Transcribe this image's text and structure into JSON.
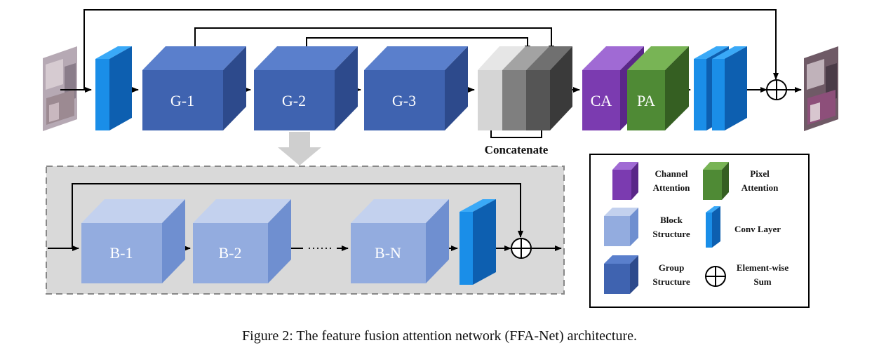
{
  "colors": {
    "conv_front": "#1a8ee8",
    "conv_side": "#0d5fb0",
    "conv_top": "#3aa9f7",
    "group_front": "#3f63b0",
    "group_side": "#2d4a8c",
    "group_top": "#5a7fcc",
    "block_front": "#93acdf",
    "block_side": "#6f8fd0",
    "block_top": "#c3d1ee",
    "ca_front": "#7b3bb0",
    "pa_front": "#4f8a35",
    "panel_bg": "#d9d9d9",
    "panel_border": "#888888"
  },
  "top_row": {
    "groups": [
      "G-1",
      "G-2",
      "G-3"
    ],
    "concat_label": "Concatenate",
    "ca_label": "CA",
    "pa_label": "PA"
  },
  "detail_panel": {
    "blocks": [
      "B-1",
      "B-2",
      "B-N"
    ],
    "dots": "······"
  },
  "legend": {
    "channel_attention": [
      "Channel",
      "Attention"
    ],
    "pixel_attention": [
      "Pixel",
      "Attention"
    ],
    "block_structure": [
      "Block",
      "Structure"
    ],
    "conv_layer": "Conv Layer",
    "group_structure": [
      "Group",
      "Structure"
    ],
    "elementwise_sum": [
      "Element-wise",
      "Sum"
    ]
  },
  "icons": {
    "input_image": "hazy-room-photo-icon",
    "output_image": "dehazed-room-photo-icon",
    "sum": "circled-plus-icon",
    "expand": "down-arrow-icon"
  },
  "caption": "Figure 2: The feature fusion attention network (FFA-Net) architecture."
}
